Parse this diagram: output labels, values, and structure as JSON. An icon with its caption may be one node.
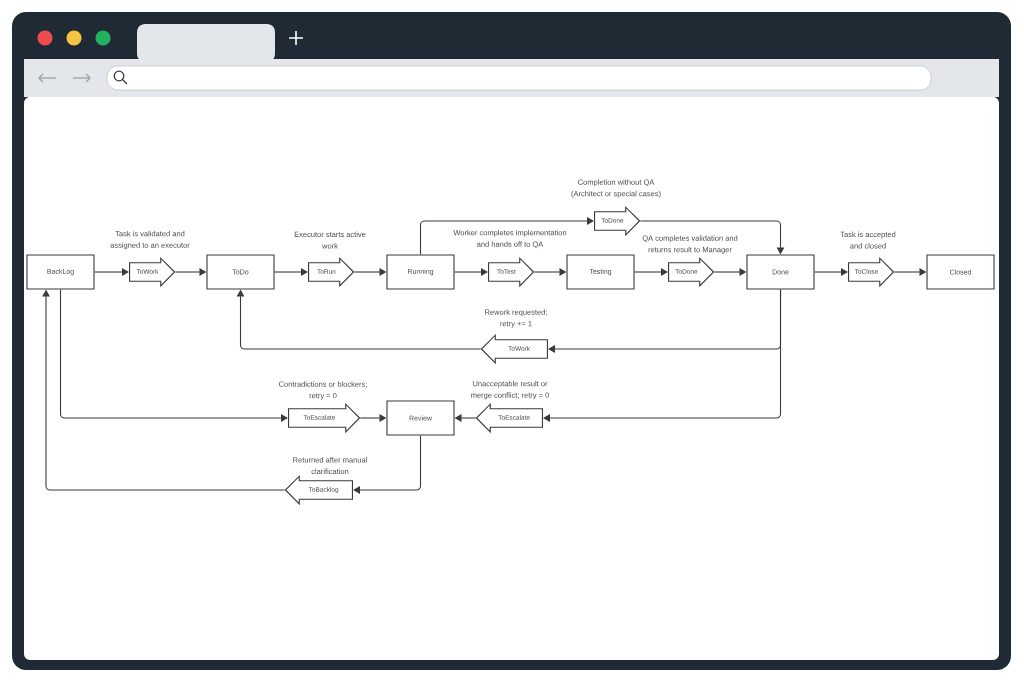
{
  "diagram": {
    "nodes": [
      {
        "text": [
          "BackLog"
        ]
      },
      {
        "text": [
          "ToWork"
        ],
        "beside": [
          "Task is validated and assigned to an executor"
        ]
      },
      {
        "text": [
          "ToDo"
        ]
      },
      {
        "text": [
          "ToRun"
        ],
        "beside": [
          "Executor starts active work"
        ]
      },
      {
        "text": [
          "Running"
        ]
      },
      {
        "text": [
          "ToDone"
        ],
        "beside": [
          "Completion without QA (Architect or special cases)"
        ]
      },
      {
        "text": [
          "ToTest"
        ],
        "beside": [
          "Worker completes implementation and hands off to QA"
        ]
      },
      {
        "text": [
          "Testing"
        ]
      },
      {
        "text": [
          "ToDone"
        ],
        "beside": [
          "QA completes validation and returns result to Manager"
        ]
      },
      {
        "text": [
          "Done"
        ]
      },
      {
        "text": [
          "ToClose"
        ],
        "beside": [
          "Task is accepted and closed"
        ]
      },
      {
        "text": [
          "Closed"
        ]
      },
      {
        "text": [
          "ToWork"
        ],
        "beside": [
          "Rework requested; retry += 1"
        ]
      },
      {
        "text": [
          "ToEscalate"
        ],
        "beside": [
          "Contradictions or blockers; retry = 0"
        ]
      },
      {
        "text": [
          "Review"
        ]
      },
      {
        "text": [
          "ToEscalate"
        ],
        "beside": [
          "Unacceptable result or merge conflict; retry = 0"
        ]
      },
      {
        "text": [
          "ToBacklog"
        ],
        "beside": [
          "Returned after manual clarification"
        ]
      }
    ],
    "edges": [
      {
        "from": 0,
        "to": 1,
        "arrow": "to"
      },
      {
        "from": 1,
        "to": 2,
        "arrow": "to"
      },
      {
        "from": 2,
        "to": 3,
        "arrow": "to"
      },
      {
        "from": 3,
        "to": 4,
        "arrow": "to"
      },
      {
        "from": 4,
        "to": 5,
        "arrow": "to"
      },
      {
        "from": 5,
        "to": 9,
        "arrow": "to"
      },
      {
        "from": 4,
        "to": 6,
        "arrow": "to"
      },
      {
        "from": 6,
        "to": 7,
        "arrow": "to"
      },
      {
        "from": 7,
        "to": 8,
        "arrow": "to"
      },
      {
        "from": 8,
        "to": 9,
        "arrow": "to"
      },
      {
        "from": 9,
        "to": 10,
        "arrow": "to"
      },
      {
        "from": 10,
        "to": 11,
        "arrow": "to"
      },
      {
        "from": 9,
        "to": 12,
        "arrow": "to"
      },
      {
        "from": 12,
        "to": 2,
        "arrow": "to"
      },
      {
        "from": 9,
        "to": 15,
        "arrow": "to"
      },
      {
        "from": 15,
        "to": 14,
        "arrow": "to"
      },
      {
        "from": 0,
        "to": 13,
        "arrow": "to"
      },
      {
        "from": 13,
        "to": 14,
        "arrow": "to"
      },
      {
        "from": 14,
        "to": 16,
        "arrow": "to"
      },
      {
        "from": 16,
        "to": 0,
        "arrow": "to"
      }
    ]
  }
}
